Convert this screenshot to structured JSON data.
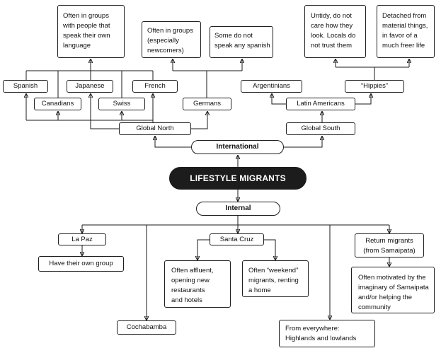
{
  "root": {
    "label": "LIFESTYLE MIGRANTS"
  },
  "branches": {
    "international": "International",
    "internal": "Internal"
  },
  "international": {
    "global_north": "Global North",
    "global_south": "Global South",
    "north_groups": {
      "spanish": "Spanish",
      "japanese": "Japanese",
      "french": "French",
      "canadians": "Canadians",
      "swiss": "Swiss",
      "germans": "Germans"
    },
    "south_groups": {
      "argentinians": "Argentinians",
      "latin_americans": "Latin Americans",
      "hippies": "“Hippies”"
    },
    "notes": {
      "own_language": [
        "Often in groups",
        "with people that",
        "speak their own",
        "language"
      ],
      "newcomers": [
        "Often in groups",
        "(especially",
        "newcomers)"
      ],
      "no_spanish": [
        "Some do not",
        "speak any spanish"
      ],
      "untidy": [
        "Untidy, do not",
        "care how they",
        "look. Locals do",
        "not trust them"
      ],
      "detached": [
        "Detached from",
        "material things,",
        "in favor of a",
        "much freer life"
      ]
    }
  },
  "internal": {
    "la_paz": "La Paz",
    "la_paz_note": "Have their own group",
    "santa_cruz": "Santa Cruz",
    "santa_cruz_notes": {
      "affluent": [
        "Often affluent,",
        "opening new",
        "restaurants",
        "and hotels"
      ],
      "weekend": [
        "Often “weekend”",
        "migrants, renting",
        "a home"
      ]
    },
    "cochabamba": "Cochabamba",
    "everywhere": [
      "From everywhere:",
      "Highlands and lowlands"
    ],
    "return_migrants": [
      "Return migrants",
      "(from Samaipata)"
    ],
    "return_note": [
      "Often motivated by the",
      "imaginary of Samaipata",
      "and/or helping the",
      "community"
    ]
  },
  "colors": {
    "line": "#1a1a1a",
    "root_fill": "#1c1c1c",
    "root_text": "#ffffff"
  }
}
